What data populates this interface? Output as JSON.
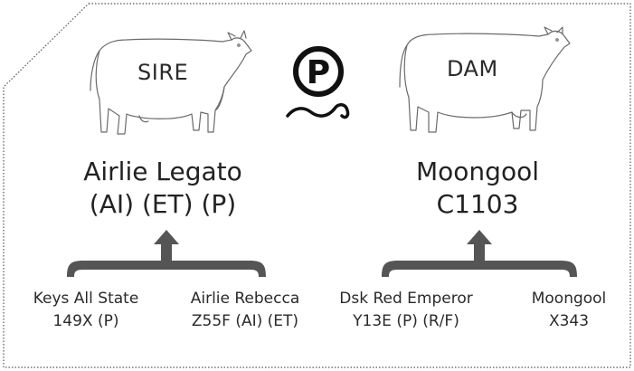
{
  "sire": {
    "label": "SIRE",
    "name_line1": "Airlie Legato",
    "name_line2": "(AI) (ET) (P)",
    "parents": [
      {
        "line1": "Keys All State",
        "line2": "149X (P)"
      },
      {
        "line1": "Airlie Rebecca",
        "line2": "Z55F (AI) (ET)"
      }
    ]
  },
  "dam": {
    "label": "DAM",
    "name_line1": "Moongool",
    "name_line2": "C1103",
    "parents": [
      {
        "line1": "Dsk Red Emperor",
        "line2": "Y13E (P) (R/F)"
      },
      {
        "line1": "Moongool",
        "line2": "X343"
      }
    ]
  },
  "polled_badge": "P",
  "icons": [
    "bull-icon",
    "cow-icon",
    "polled-p-icon",
    "bracket-arrow-icon"
  ]
}
